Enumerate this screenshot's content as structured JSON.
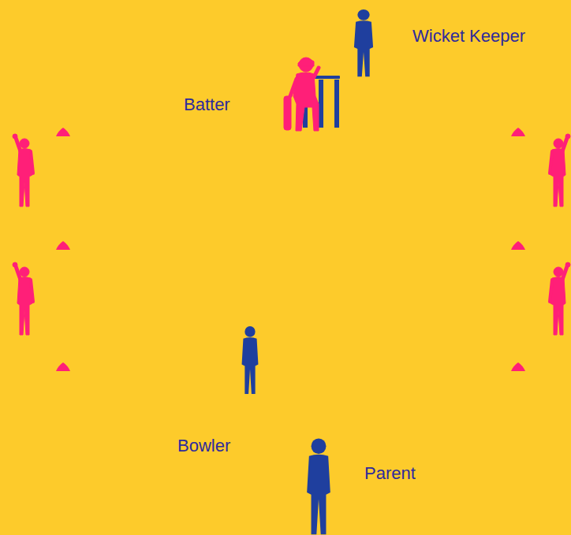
{
  "diagram": {
    "labels": [
      "Wicket Keeper",
      "Batter",
      "Bowler",
      "Parent"
    ]
  }
}
